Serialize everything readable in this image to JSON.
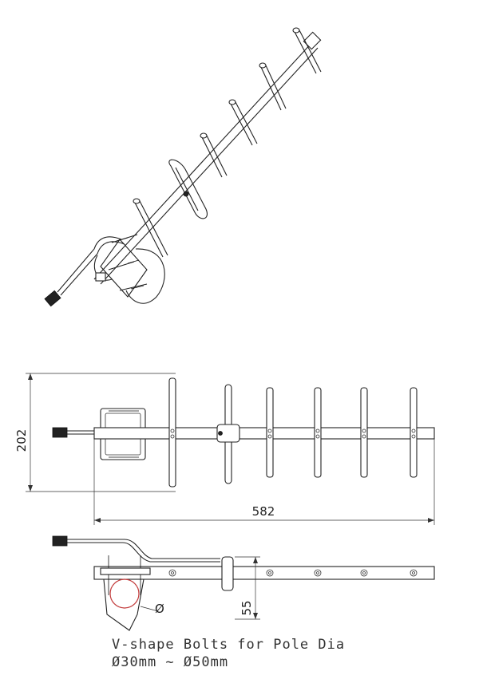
{
  "dimensions": {
    "height": "202",
    "length": "582",
    "bracket_height": "55",
    "diameter_symbol": "Ø"
  },
  "notes": {
    "line1": "V-shape Bolts for Pole Dia",
    "line2": "Ø30mm ~ Ø50mm"
  }
}
